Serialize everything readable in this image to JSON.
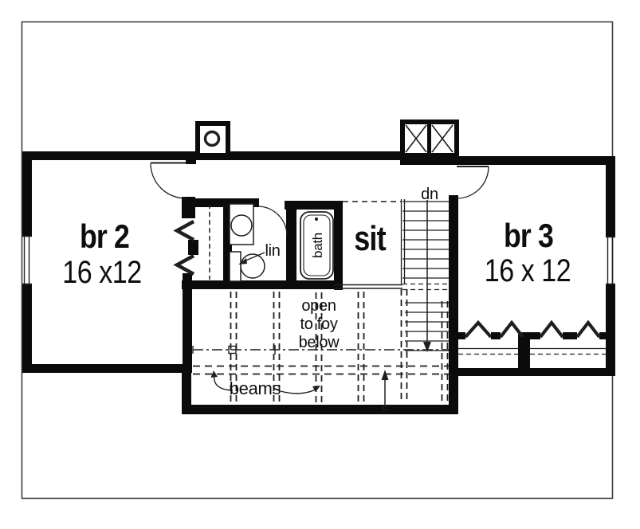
{
  "drawing": {
    "type": "floor-plan",
    "labels": {
      "br2_name": "br 2",
      "br2_dims": "16 x12",
      "br3_name": "br 3",
      "br3_dims": "16 x 12",
      "sitting_room": "sit",
      "bath_room": "bath",
      "linen_closet": "lin",
      "stairs_direction": "dn",
      "open_lines": [
        "open",
        "to foy",
        "below"
      ],
      "beams_note": "beams"
    },
    "colors": {
      "wall": "#0b0b0b",
      "line": "#1f1f1f",
      "background": "#ffffff",
      "border": "#3f3f3f"
    }
  }
}
